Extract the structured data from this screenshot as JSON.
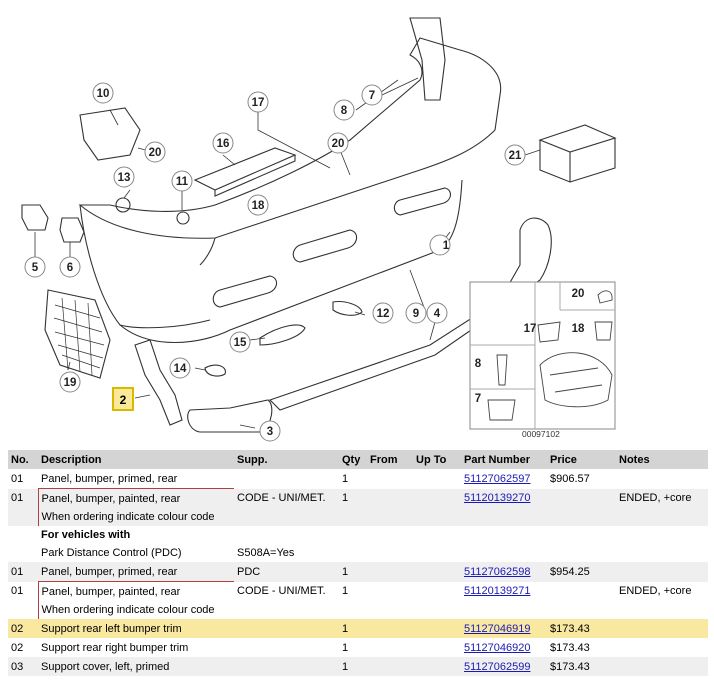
{
  "diagram": {
    "callouts": [
      "1",
      "2",
      "3",
      "4",
      "5",
      "6",
      "7",
      "8",
      "9",
      "10",
      "11",
      "12",
      "13",
      "14",
      "15",
      "16",
      "17",
      "18",
      "19",
      "20",
      "21"
    ],
    "inset_callouts": [
      "20",
      "17",
      "18",
      "8",
      "7"
    ],
    "inset_code": "00097102",
    "highlighted_callout": "2"
  },
  "table": {
    "headers": [
      "No.",
      "Description",
      "Supp.",
      "Qty",
      "From",
      "Up To",
      "Part Number",
      "Price",
      "Notes"
    ],
    "rows": [
      {
        "no": "01",
        "desc": "Panel, bumper, primed, rear",
        "supp": "",
        "qty": "1",
        "from": "",
        "upto": "",
        "pn": "51127062597",
        "price": "$906.57",
        "notes": ""
      },
      {
        "no": "01",
        "desc": "Panel, bumper, painted, rear",
        "supp": "CODE - UNI/MET.",
        "qty": "1",
        "from": "",
        "upto": "",
        "pn": "51120139270",
        "price": "",
        "notes": "ENDED, +core",
        "desc2": "When ordering indicate colour code"
      },
      {
        "section1": "For vehicles with",
        "section2": "Park Distance Control (PDC)",
        "supp2": "S508A=Yes"
      },
      {
        "no": "01",
        "desc": "Panel, bumper, primed, rear",
        "supp": "PDC",
        "qty": "1",
        "from": "",
        "upto": "",
        "pn": "51127062598",
        "price": "$954.25",
        "notes": ""
      },
      {
        "no": "01",
        "desc": "Panel, bumper, painted, rear",
        "supp": "CODE - UNI/MET.",
        "qty": "1",
        "from": "",
        "upto": "",
        "pn": "51120139271",
        "price": "",
        "notes": "ENDED, +core",
        "desc2": "When ordering indicate colour code"
      },
      {
        "no": "02",
        "desc": "Support rear left bumper trim",
        "supp": "",
        "qty": "1",
        "from": "",
        "upto": "",
        "pn": "51127046919",
        "price": "$173.43",
        "notes": ""
      },
      {
        "no": "02",
        "desc": "Support rear right bumper trim",
        "supp": "",
        "qty": "1",
        "from": "",
        "upto": "",
        "pn": "51127046920",
        "price": "$173.43",
        "notes": ""
      },
      {
        "no": "03",
        "desc": "Support cover, left, primed",
        "supp": "",
        "qty": "1",
        "from": "",
        "upto": "",
        "pn": "51127062599",
        "price": "$173.43",
        "notes": ""
      }
    ]
  }
}
